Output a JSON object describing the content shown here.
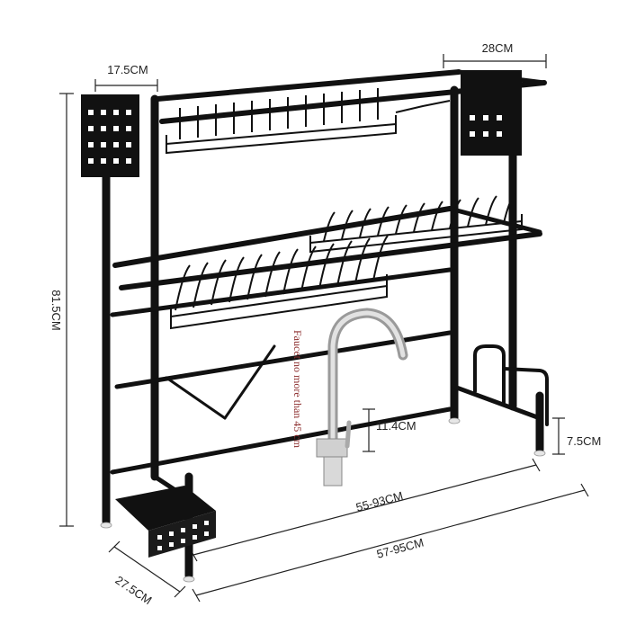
{
  "dimensions": {
    "top_left_width": "17.5CM",
    "top_right_width": "28CM",
    "height": "81.5CM",
    "sink_gap": "11.4CM",
    "foot_height": "7.5CM",
    "inner_width": "55-93CM",
    "outer_width": "57-95CM",
    "depth": "27.5CM"
  },
  "faucet_note": "Faucet no more than 45 cm",
  "colors": {
    "frame": "#111111",
    "faucet": "#c9c9c9",
    "dimension_line": "#222222",
    "note": "#8b2b2b"
  }
}
